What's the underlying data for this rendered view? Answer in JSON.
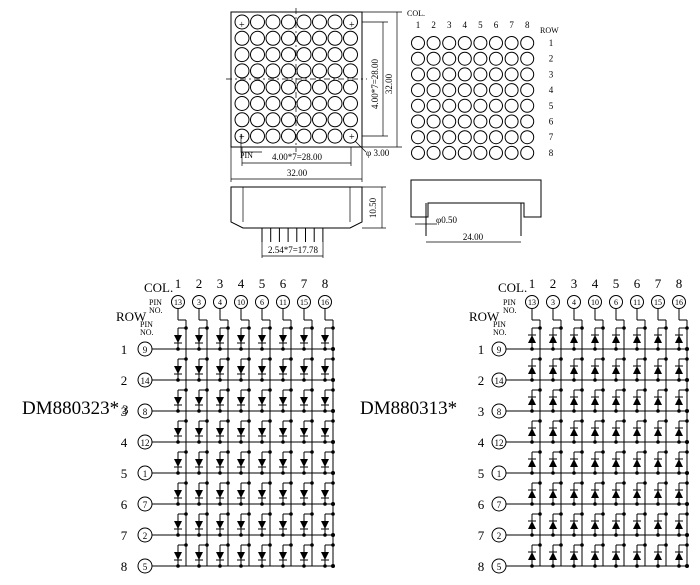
{
  "matrix": {
    "rows": 8,
    "cols": 8
  },
  "top_front": {
    "pin_label": "PIN",
    "dim_inner_h": "4.00*7=28.00",
    "dim_outer_h": "32.00",
    "dim_inner_w": "4.00*7=28.00",
    "dim_outer_w": "32.00",
    "dot_diameter": "φ 3.00"
  },
  "top_map": {
    "col_title": "COL.",
    "row_title": "ROW",
    "col_numbers": [
      "1",
      "2",
      "3",
      "4",
      "5",
      "6",
      "7",
      "8"
    ],
    "row_numbers": [
      "1",
      "2",
      "3",
      "4",
      "5",
      "6",
      "7",
      "8"
    ]
  },
  "side_views": {
    "height": "10.50",
    "pin_pitch": "2.54*7=17.78",
    "pin_diameter": "φ0.50",
    "depth": "24.00"
  },
  "schematics": [
    {
      "part": "DM880323*",
      "part_suffix": "3",
      "polarity": "down",
      "col_title": "COL.",
      "row_title": "ROW",
      "pin_label_1": "PIN",
      "pin_label_2": "NO.",
      "col_numbers": [
        "1",
        "2",
        "3",
        "4",
        "5",
        "6",
        "7",
        "8"
      ],
      "col_pins": [
        "13",
        "3",
        "4",
        "10",
        "6",
        "11",
        "15",
        "16"
      ],
      "row_numbers": [
        "1",
        "2",
        "3",
        "4",
        "5",
        "6",
        "7",
        "8"
      ],
      "row_pins": [
        "9",
        "14",
        "8",
        "12",
        "1",
        "7",
        "2",
        "5"
      ]
    },
    {
      "part": "DM880313*",
      "part_suffix": "",
      "polarity": "up",
      "col_title": "COL.",
      "row_title": "ROW",
      "pin_label_1": "PIN",
      "pin_label_2": "NO.",
      "col_numbers": [
        "1",
        "2",
        "3",
        "4",
        "5",
        "6",
        "7",
        "8"
      ],
      "col_pins": [
        "13",
        "3",
        "4",
        "10",
        "6",
        "11",
        "15",
        "16"
      ],
      "row_numbers": [
        "1",
        "2",
        "3",
        "4",
        "5",
        "6",
        "7",
        "8"
      ],
      "row_pins": [
        "9",
        "14",
        "8",
        "12",
        "1",
        "7",
        "2",
        "5"
      ]
    }
  ]
}
